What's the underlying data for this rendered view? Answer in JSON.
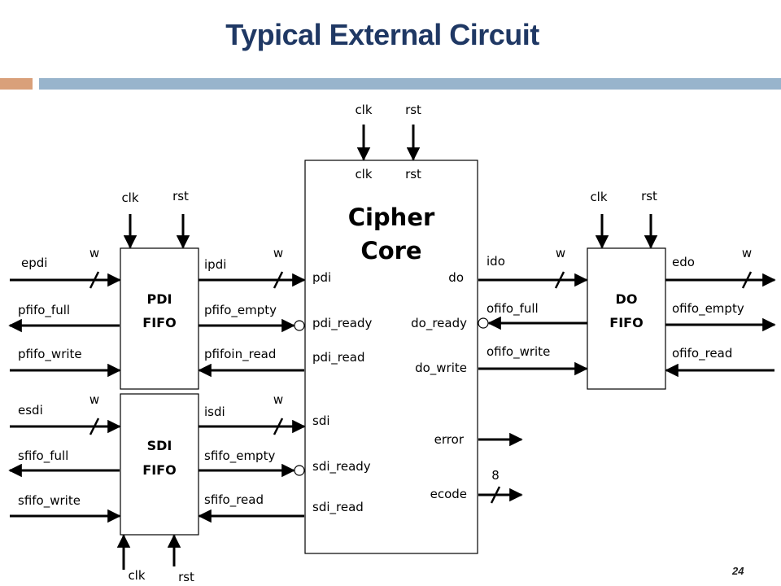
{
  "title": "Typical External Circuit",
  "page_number": "24",
  "core": {
    "title_line1": "Cipher",
    "title_line2": "Core",
    "top_ext": {
      "clk": "clk",
      "rst": "rst"
    },
    "top_int": {
      "clk": "clk",
      "rst": "rst"
    },
    "ports_left": {
      "pdi": "pdi",
      "pdi_ready": "pdi_ready",
      "pdi_read": "pdi_read",
      "sdi": "sdi",
      "sdi_ready": "sdi_ready",
      "sdi_read": "sdi_read"
    },
    "ports_right": {
      "do": "do",
      "do_ready": "do_ready",
      "do_write": "do_write",
      "error": "error",
      "ecode": "ecode",
      "ecode_width": "8"
    }
  },
  "pdi_fifo": {
    "name_line1": "PDI",
    "name_line2": "FIFO",
    "clk": "clk",
    "rst": "rst",
    "left": {
      "data": "epdi",
      "width": "w",
      "full": "pfifo_full",
      "write": "pfifo_write"
    },
    "right": {
      "data": "ipdi",
      "width": "w",
      "empty": "pfifo_empty",
      "read": "pfifoin_read"
    }
  },
  "sdi_fifo": {
    "name_line1": "SDI",
    "name_line2": "FIFO",
    "clk": "clk",
    "rst": "rst",
    "left": {
      "data": "esdi",
      "width": "w",
      "full": "sfifo_full",
      "write": "sfifo_write"
    },
    "right": {
      "data": "isdi",
      "width": "w",
      "empty": "sfifo_empty",
      "read": "sfifo_read"
    }
  },
  "do_fifo": {
    "name_line1": "DO",
    "name_line2": "FIFO",
    "clk": "clk",
    "rst": "rst",
    "left": {
      "data": "ido",
      "width": "w",
      "full": "ofifo_full",
      "write": "ofifo_write"
    },
    "right": {
      "data": "edo",
      "width": "w",
      "empty": "ofifo_empty",
      "read": "ofifo_read"
    }
  }
}
